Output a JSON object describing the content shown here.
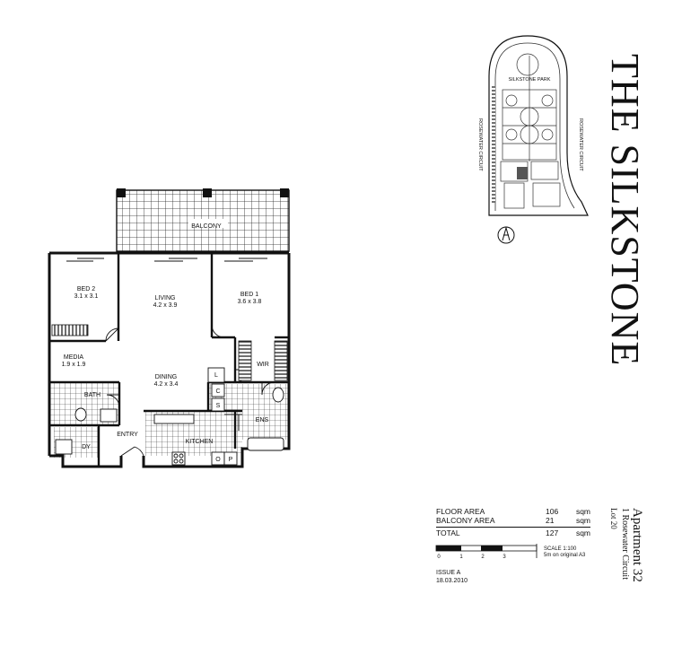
{
  "title": "THE SILKSTONE",
  "site_plan": {
    "park_label": "SILKSTONE PARK",
    "street_left": "ROSEWATER CIRCUIT",
    "street_right": "ROSEWATER CIRCUIT"
  },
  "rooms": {
    "balcony": {
      "name": "BALCONY"
    },
    "bed2": {
      "name": "BED 2",
      "size": "3.1 x 3.1"
    },
    "living": {
      "name": "LIVING",
      "size": "4.2 x 3.9"
    },
    "bed1": {
      "name": "BED 1",
      "size": "3.6 x 3.8"
    },
    "media": {
      "name": "MEDIA",
      "size": "1.9 x 1.9"
    },
    "dining": {
      "name": "DINING",
      "size": "4.2 x 3.4"
    },
    "wir": {
      "name": "WIR"
    },
    "bath": {
      "name": "BATH"
    },
    "ens": {
      "name": "ENS"
    },
    "entry": {
      "name": "ENTRY"
    },
    "kitchen": {
      "name": "KITCHEN"
    },
    "dy": {
      "name": "DY"
    },
    "l": "L",
    "c": "C",
    "s": "S",
    "o": "O",
    "p": "P"
  },
  "areas": {
    "floor_label": "FLOOR AREA",
    "floor_value": "106",
    "floor_unit": "sqm",
    "balcony_label": "BALCONY AREA",
    "balcony_value": "21",
    "balcony_unit": "sqm",
    "total_label": "TOTAL",
    "total_value": "127",
    "total_unit": "sqm"
  },
  "scale": {
    "ticks": [
      "0",
      "1",
      "2",
      "3"
    ],
    "scale_text": "SCALE 1:100",
    "original_text": "5m on original A3"
  },
  "issue": {
    "label": "ISSUE A",
    "date": "18.03.2010"
  },
  "apartment": {
    "name": "Apartment 32",
    "address": "1 Rosewater Circuit",
    "lot": "Lot 20"
  }
}
